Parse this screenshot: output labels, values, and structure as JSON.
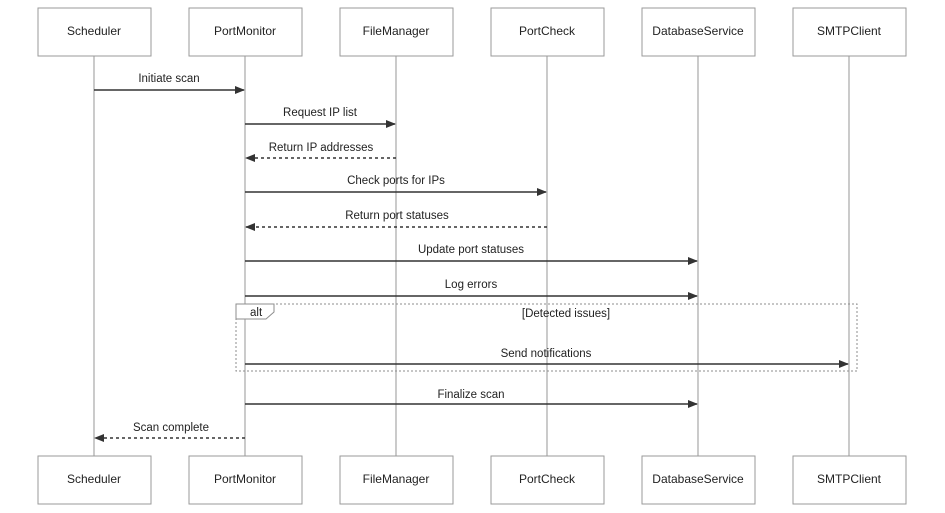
{
  "participants": [
    {
      "id": "scheduler",
      "name": "Scheduler"
    },
    {
      "id": "portmonitor",
      "name": "PortMonitor"
    },
    {
      "id": "filemanager",
      "name": "FileManager"
    },
    {
      "id": "portcheck",
      "name": "PortCheck"
    },
    {
      "id": "databaseservice",
      "name": "DatabaseService"
    },
    {
      "id": "smtpclient",
      "name": "SMTPClient"
    }
  ],
  "messages": [
    {
      "from": "scheduler",
      "to": "portmonitor",
      "label": "Initiate scan",
      "style": "solid"
    },
    {
      "from": "portmonitor",
      "to": "filemanager",
      "label": "Request IP list",
      "style": "solid"
    },
    {
      "from": "filemanager",
      "to": "portmonitor",
      "label": "Return IP addresses",
      "style": "dashed"
    },
    {
      "from": "portmonitor",
      "to": "portcheck",
      "label": "Check ports for IPs",
      "style": "solid"
    },
    {
      "from": "portcheck",
      "to": "portmonitor",
      "label": "Return port statuses",
      "style": "dashed"
    },
    {
      "from": "portmonitor",
      "to": "databaseservice",
      "label": "Update port statuses",
      "style": "solid"
    },
    {
      "from": "portmonitor",
      "to": "databaseservice",
      "label": "Log errors",
      "style": "solid"
    },
    {
      "from": "portmonitor",
      "to": "smtpclient",
      "label": "Send notifications",
      "style": "solid"
    },
    {
      "from": "portmonitor",
      "to": "databaseservice",
      "label": "Finalize scan",
      "style": "solid"
    },
    {
      "from": "portmonitor",
      "to": "scheduler",
      "label": "Scan complete",
      "style": "dashed"
    }
  ],
  "fragment": {
    "type": "alt",
    "condition": "[Detected issues]"
  }
}
